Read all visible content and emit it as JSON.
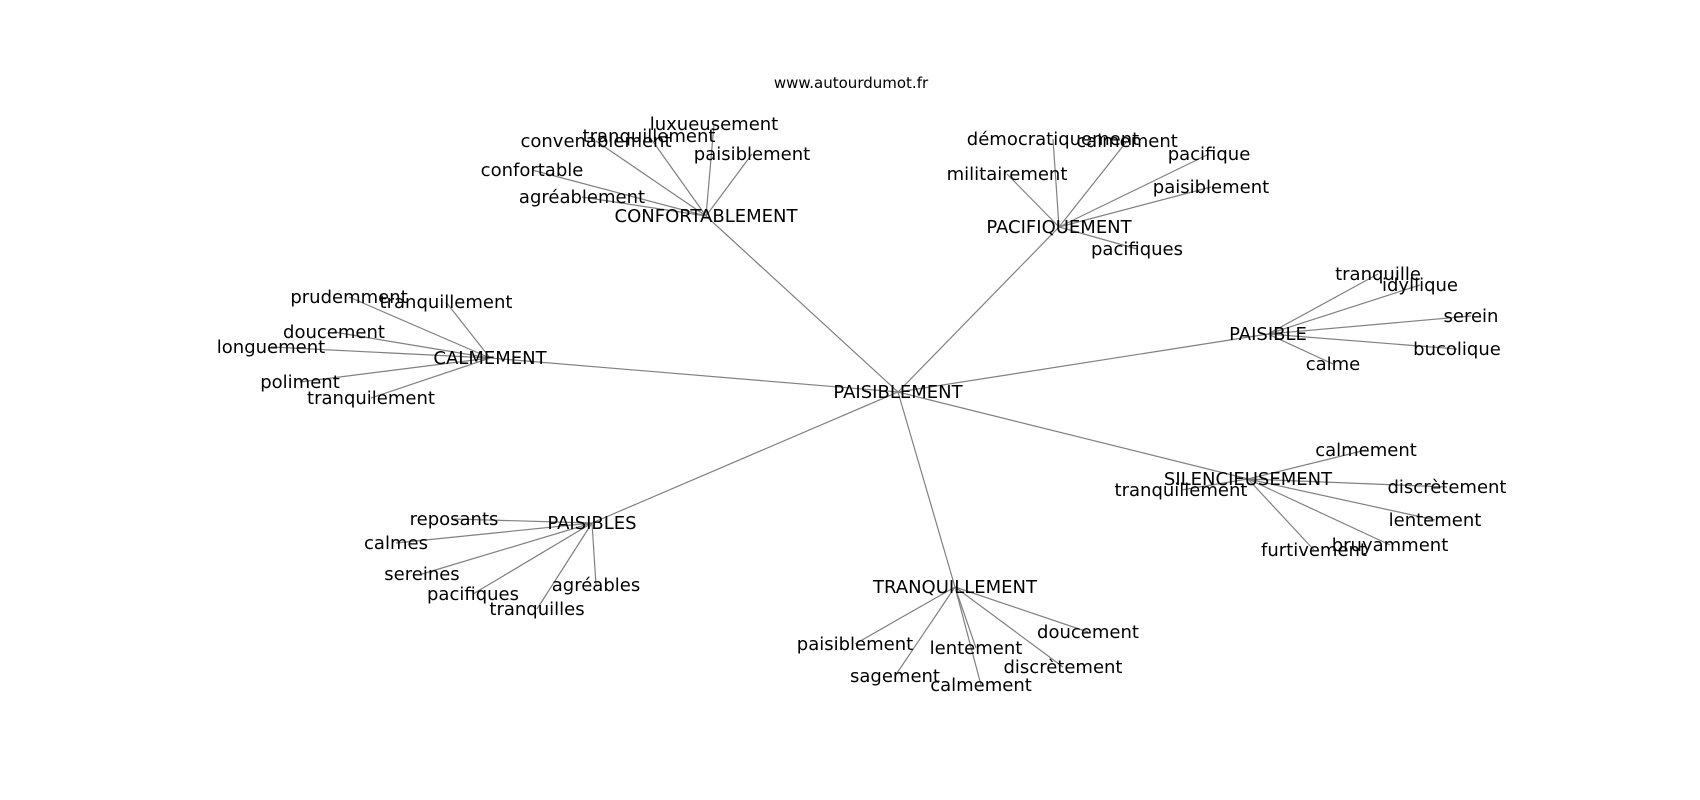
{
  "header": {
    "site": "www.autourdumot.fr"
  },
  "graph": {
    "center": "PAISIBLEMENT",
    "clusters": [
      {
        "word": "CONFORTABLEMENT",
        "leaves": [
          "luxueusement",
          "tranquillement",
          "convenablement",
          "paisiblement",
          "confortable",
          "agréablement"
        ]
      },
      {
        "word": "PACIFIQUEMENT",
        "leaves": [
          "démocratiquement",
          "calmement",
          "pacifique",
          "militairement",
          "paisiblement",
          "pacifiques"
        ]
      },
      {
        "word": "PAISIBLE",
        "leaves": [
          "tranquille",
          "idyllique",
          "serein",
          "bucolique",
          "calme"
        ]
      },
      {
        "word": "CALMEMENT",
        "leaves": [
          "prudemment",
          "tranquillement",
          "doucement",
          "longuement",
          "poliment",
          "tranquilement"
        ]
      },
      {
        "word": "SILENCIEUSEMENT",
        "leaves": [
          "calmement",
          "discrètement",
          "tranquillement",
          "lentement",
          "bruyamment",
          "furtivement"
        ]
      },
      {
        "word": "PAISIBLES",
        "leaves": [
          "reposants",
          "calmes",
          "sereines",
          "pacifiques",
          "agréables",
          "tranquilles"
        ]
      },
      {
        "word": "TRANQUILLEMENT",
        "leaves": [
          "doucement",
          "paisiblement",
          "lentement",
          "discrètement",
          "sagement",
          "calmement"
        ]
      }
    ]
  }
}
